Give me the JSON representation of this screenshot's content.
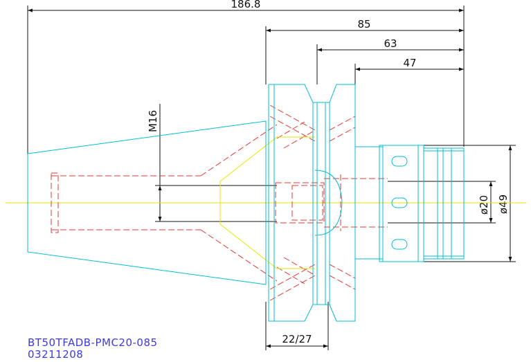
{
  "dimensions": {
    "overall_length": "186.8",
    "length_85": "85",
    "length_63": "63",
    "length_47": "47",
    "thread": "M16",
    "diameter_20": "ø20",
    "diameter_49": "ø49",
    "flange_width": "22/27"
  },
  "caption": {
    "part_number": "BT50TFADB-PMC20-085",
    "code": "03211208"
  },
  "colors": {
    "outline": "#00bcd4",
    "hidden": "#e53935",
    "centerline": "#e6e600",
    "dimension": "#111111",
    "caption": "#3a3ae6"
  }
}
